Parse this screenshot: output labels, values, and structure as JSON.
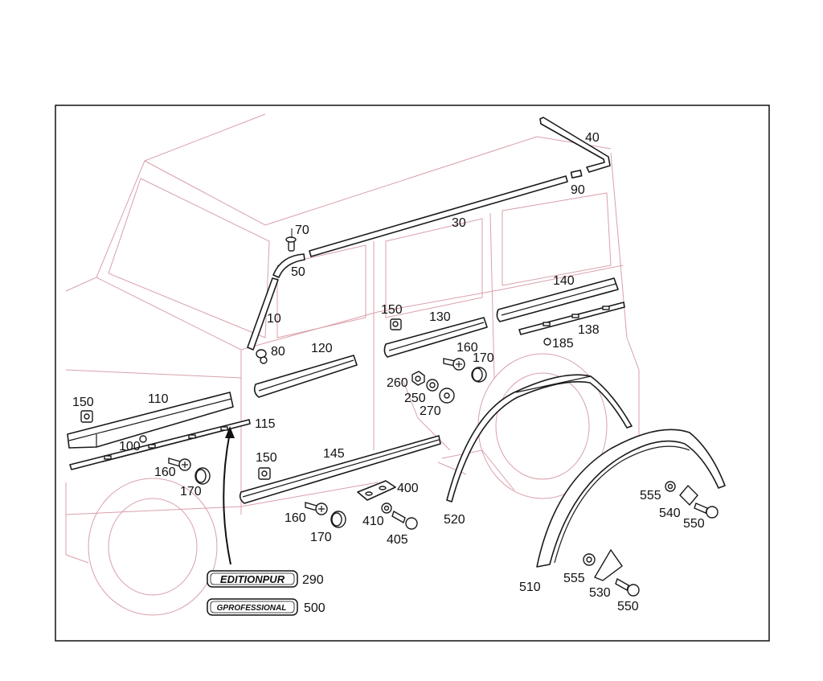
{
  "callouts": [
    {
      "id": "40",
      "text": "40"
    },
    {
      "id": "90",
      "text": "90"
    },
    {
      "id": "30",
      "text": "30"
    },
    {
      "id": "70",
      "text": "70"
    },
    {
      "id": "50",
      "text": "50"
    },
    {
      "id": "10",
      "text": "10"
    },
    {
      "id": "80",
      "text": "80"
    },
    {
      "id": "120",
      "text": "120"
    },
    {
      "id": "150a",
      "text": "150"
    },
    {
      "id": "130",
      "text": "130"
    },
    {
      "id": "140",
      "text": "140"
    },
    {
      "id": "138",
      "text": "138"
    },
    {
      "id": "185",
      "text": "185"
    },
    {
      "id": "160a",
      "text": "160"
    },
    {
      "id": "170a",
      "text": "170"
    },
    {
      "id": "260",
      "text": "260"
    },
    {
      "id": "250",
      "text": "250"
    },
    {
      "id": "270",
      "text": "270"
    },
    {
      "id": "150b",
      "text": "150"
    },
    {
      "id": "110",
      "text": "110"
    },
    {
      "id": "115",
      "text": "115"
    },
    {
      "id": "100",
      "text": "100"
    },
    {
      "id": "160b",
      "text": "160"
    },
    {
      "id": "170b",
      "text": "170"
    },
    {
      "id": "150c",
      "text": "150"
    },
    {
      "id": "145",
      "text": "145"
    },
    {
      "id": "400",
      "text": "400"
    },
    {
      "id": "160c",
      "text": "160"
    },
    {
      "id": "410",
      "text": "410"
    },
    {
      "id": "170c",
      "text": "170"
    },
    {
      "id": "405",
      "text": "405"
    },
    {
      "id": "520",
      "text": "520"
    },
    {
      "id": "555a",
      "text": "555"
    },
    {
      "id": "540",
      "text": "540"
    },
    {
      "id": "550a",
      "text": "550"
    },
    {
      "id": "510",
      "text": "510"
    },
    {
      "id": "555b",
      "text": "555"
    },
    {
      "id": "530",
      "text": "530"
    },
    {
      "id": "550b",
      "text": "550"
    },
    {
      "id": "290",
      "text": "290"
    },
    {
      "id": "500",
      "text": "500"
    }
  ],
  "badges": [
    {
      "id": "editionpur",
      "text": "EDITIONPUR"
    },
    {
      "id": "gprofessional",
      "text": "GPROFESSIONAL"
    }
  ],
  "colors": {
    "ghost_outline": "#d9a0aa",
    "part_outline": "#1a1a1a",
    "frame": "#111111"
  }
}
